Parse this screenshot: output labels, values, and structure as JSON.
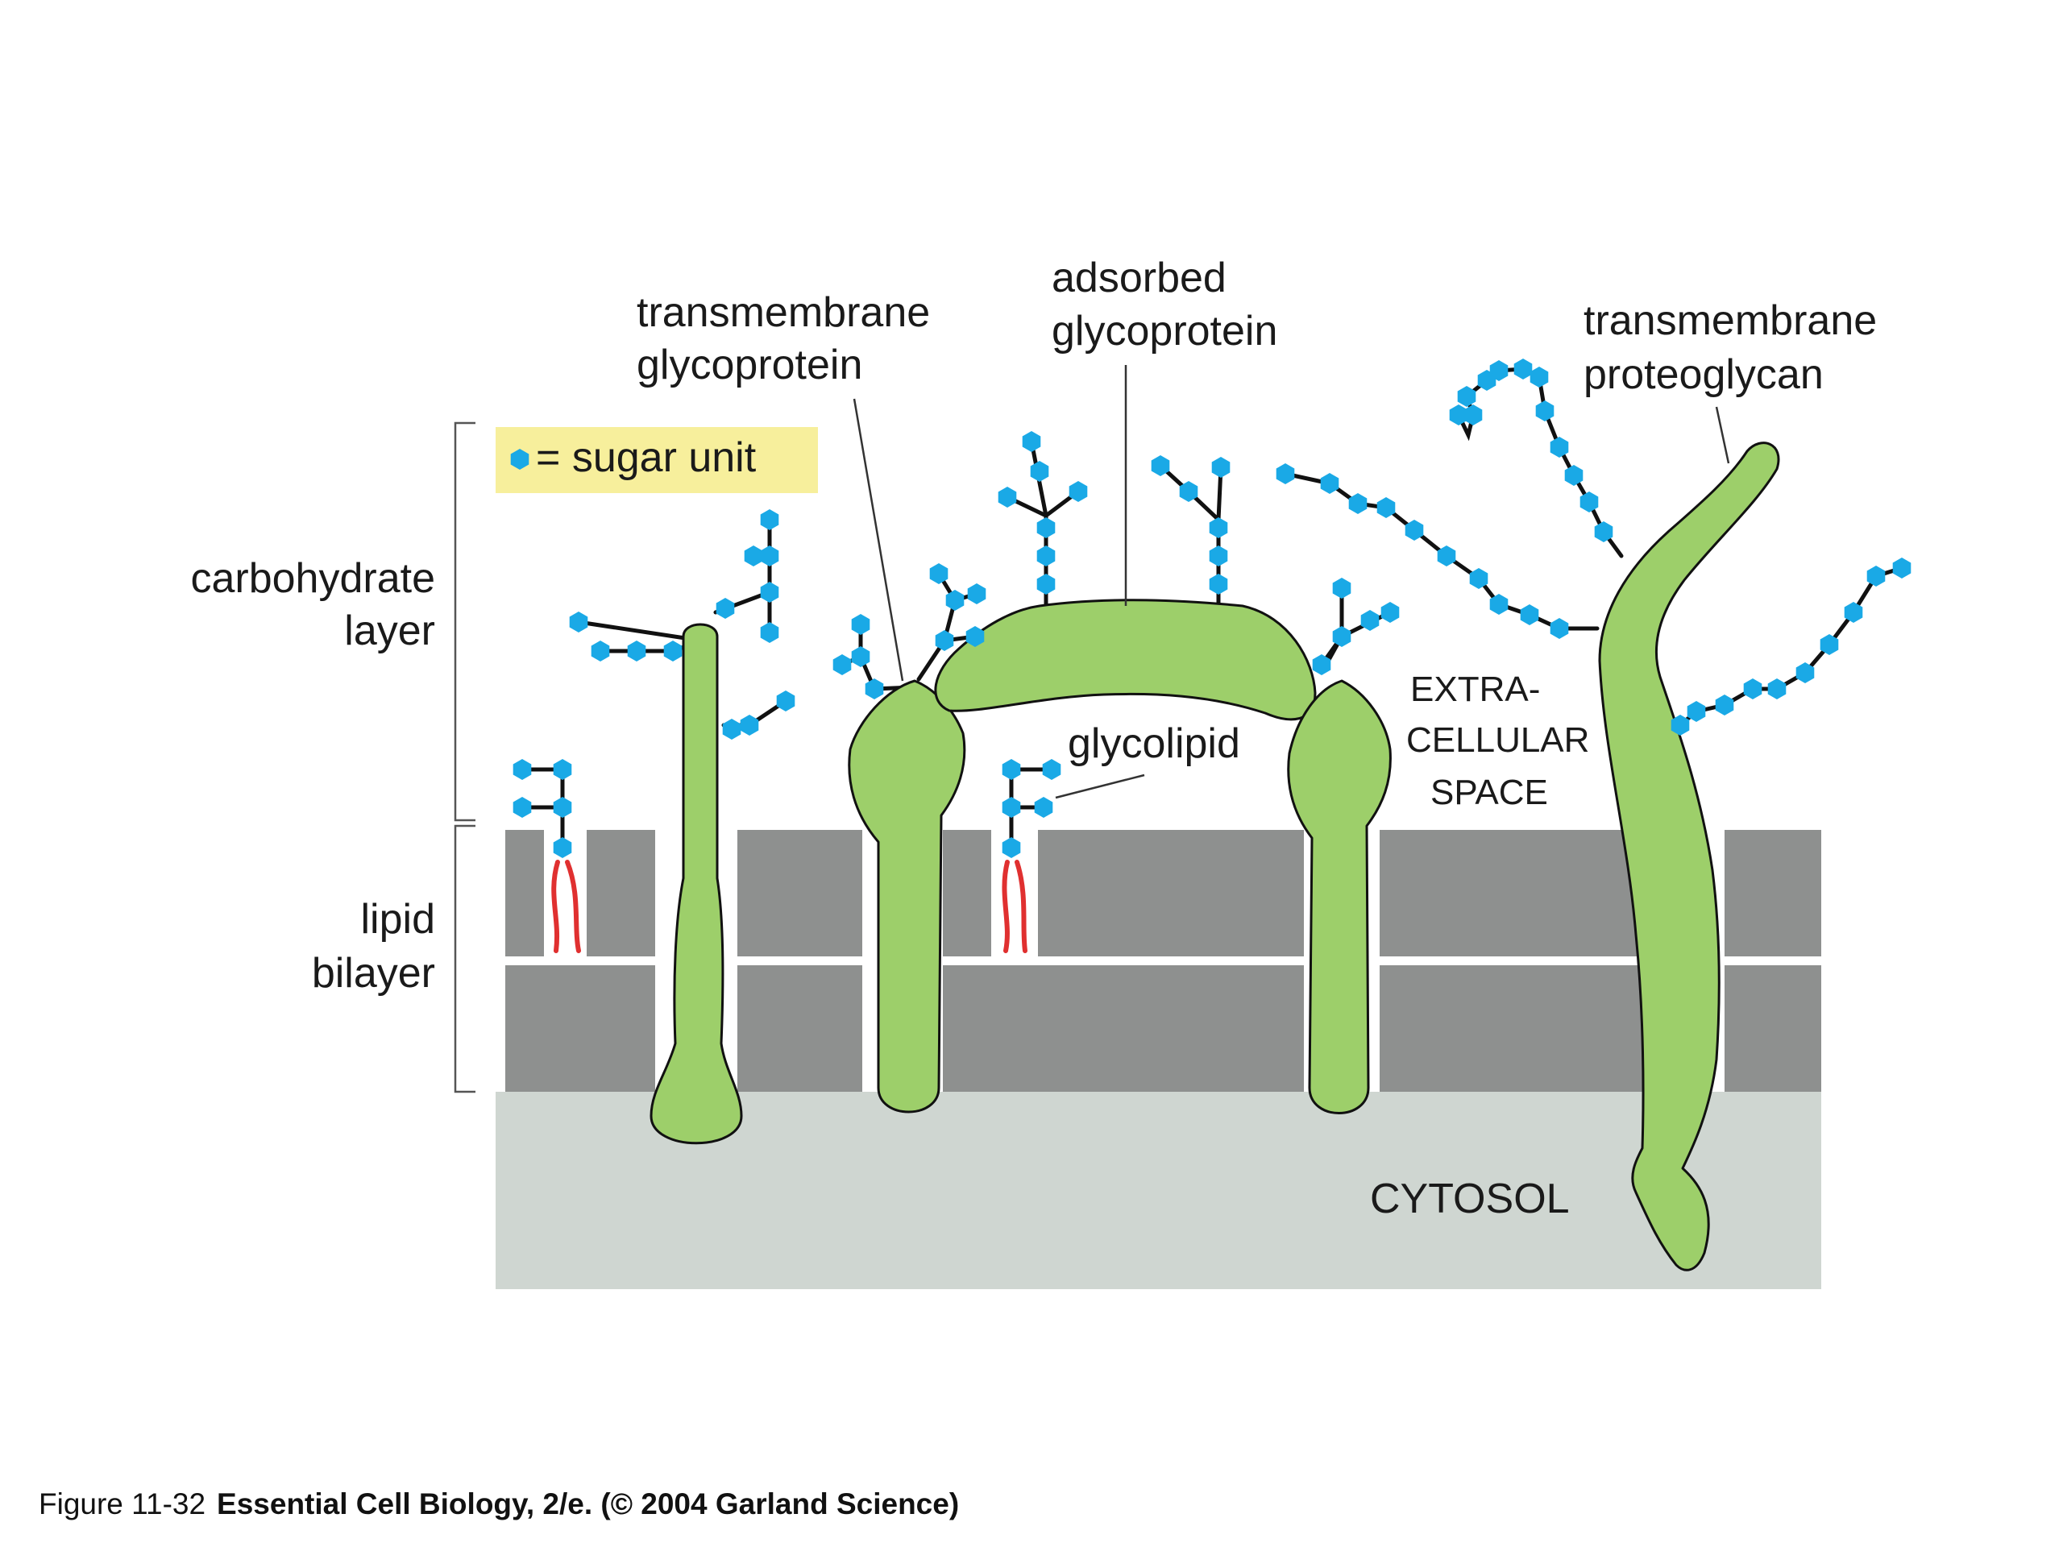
{
  "labels": {
    "transmembrane_glycoprotein": [
      "transmembrane",
      "glycoprotein"
    ],
    "adsorbed_glycoprotein": [
      "adsorbed",
      "glycoprotein"
    ],
    "transmembrane_proteoglycan": [
      "transmembrane",
      "proteoglycan"
    ],
    "sugar_unit": "= sugar unit",
    "carbohydrate_layer": [
      "carbohydrate",
      "layer"
    ],
    "lipid_bilayer": [
      "lipid",
      "bilayer"
    ],
    "glycolipid": "glycolipid",
    "extracellular_space": [
      "EXTRA-",
      "CELLULAR",
      "SPACE"
    ],
    "cytosol": "CYTOSOL"
  },
  "caption": {
    "figure": "Figure 11-32",
    "source": "Essential Cell Biology, 2/e. (© 2004 Garland Science)"
  },
  "colors": {
    "protein": "#9dcf6a",
    "sugar": "#1aa9e6",
    "membrane": "#8e908f",
    "cytosol": "#cfd6d1",
    "lipid_tail": "#e03030",
    "legend_bg": "#f7ef9c"
  }
}
